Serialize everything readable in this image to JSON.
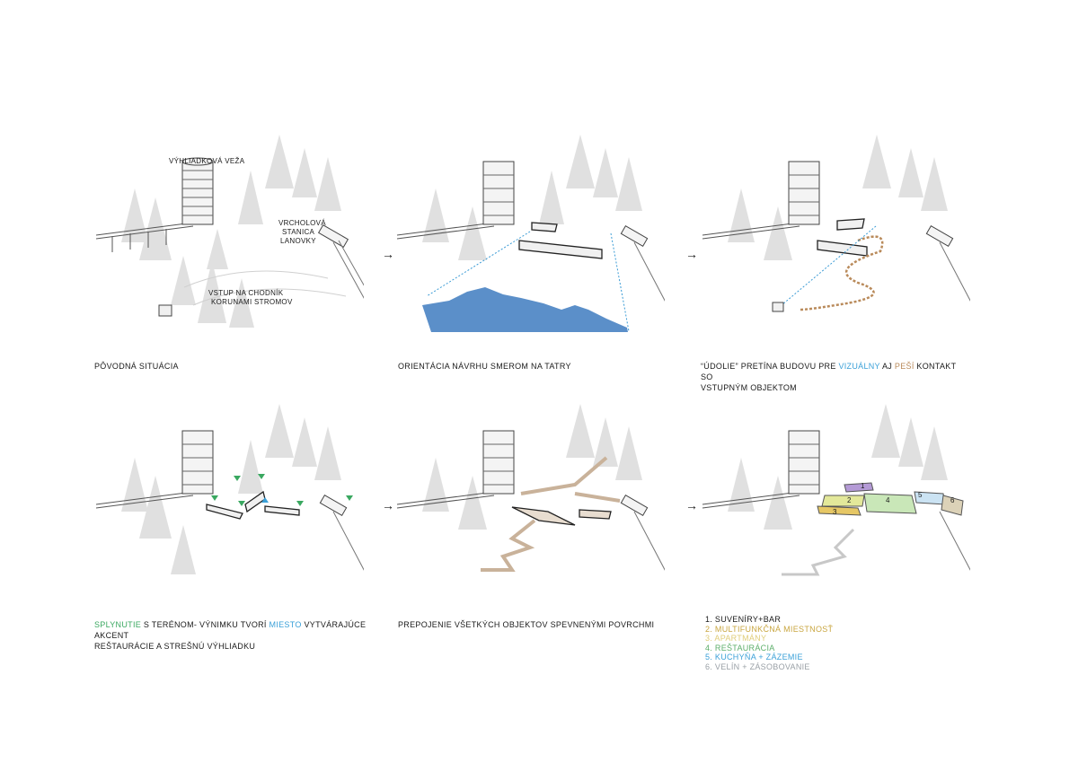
{
  "panels": [
    {
      "caption": [
        "PÔVODNÁ SITUÁCIA"
      ],
      "annotations": {
        "tower": "VÝHLIADKOVÁ VEŽA",
        "station_1": "VRCHOLOVÁ",
        "station_2": "STANICA",
        "station_3": "LANOVKY",
        "entry_1": "VSTUP NA CHODNÍK",
        "entry_2": "KORUNAMI STROMOV"
      }
    },
    {
      "caption": [
        "ORIENTÁCIA NÁVRHU SMEROM NA TATRY"
      ]
    },
    {
      "caption_parts": {
        "a": "“ÚDOLIE” PRETÍNA BUDOVU PRE ",
        "b": "VIZUÁLNY",
        "c": " AJ ",
        "d": "PEŠÍ",
        "e": " KONTAKT SO",
        "line2": "VSTUPNÝM OBJEKTOM"
      }
    },
    {
      "caption_parts": {
        "a": "SPLYNUTIE",
        "b": " S TERÉNOM- VÝNIMKU TVORÍ ",
        "c": "MIESTO",
        "d": " VYTVÁRAJÚCE AKCENT",
        "line2": "REŠTAURÁCIE A STREŠNÚ VÝHLIADKU"
      }
    },
    {
      "caption": [
        "PREPOJENIE VŠETKÝCH OBJEKTOV SPEVNENÝMI POVRCHMI"
      ]
    },
    {
      "legend": [
        {
          "text": "1.  SUVENÍRY+BAR",
          "color": "#1a1a1a"
        },
        {
          "text": "2.  MULTIFUNKČNÁ MIESTNOSŤ",
          "color": "#c9a640"
        },
        {
          "text": "3.  APARTMÁNY",
          "color": "#e8d68a"
        },
        {
          "text": "4.  REŠTAURÁCIA",
          "color": "#5cae6a"
        },
        {
          "text": "5.  KUCHYŇA + ZÁZEMIE",
          "color": "#3aa0d8"
        },
        {
          "text": "6.  VELÍN + ZÁSOBOVANIE",
          "color": "#9aa0a6"
        }
      ],
      "zone_numbers": [
        "1",
        "2",
        "3",
        "4",
        "5",
        "6"
      ]
    }
  ],
  "arrow_glyph": "→",
  "colors": {
    "tree": "#dcdcdc",
    "line": "#7a7a7a",
    "mountain": "#5b8fc9",
    "dotted_blue": "#3a9bd5",
    "path_tan": "#b98a5a",
    "green": "#3aa860"
  }
}
